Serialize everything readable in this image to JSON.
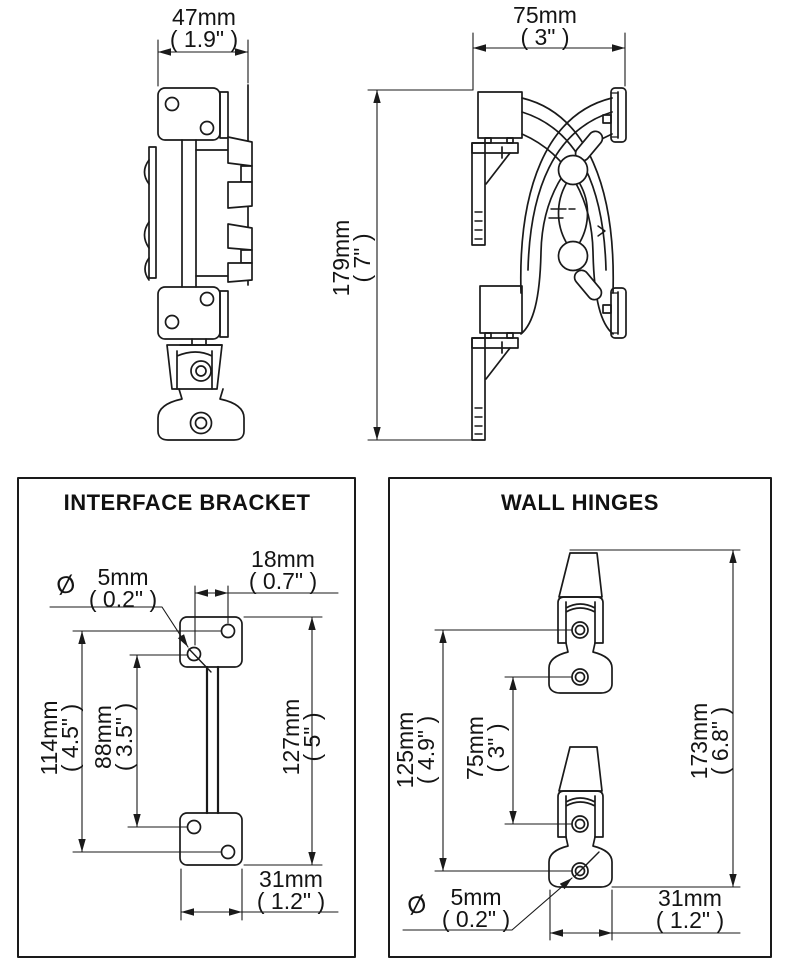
{
  "drawing": {
    "background": "#ffffff",
    "line_color": "#1a1a1a",
    "views": {
      "side_view": {
        "width_dim": {
          "value": "47mm",
          "inches": "( 1.9\" )"
        }
      },
      "front_view": {
        "width_dim": {
          "value": "75mm",
          "inches": "( 3\" )"
        },
        "height_dim": {
          "value": "179mm",
          "inches": "( 7\" )"
        }
      }
    },
    "panels": {
      "interface_bracket": {
        "title": "INTERFACE BRACKET",
        "dims": {
          "hole_diameter": {
            "symbol": "Ø",
            "value": "5mm",
            "inches": "( 0.2\" )"
          },
          "hole_offset": {
            "value": "18mm",
            "inches": "( 0.7\" )"
          },
          "hole_span_outer": {
            "value": "114mm",
            "inches": "( 4.5\" )"
          },
          "hole_span_inner": {
            "value": "88mm",
            "inches": "( 3.5\" )"
          },
          "overall_length": {
            "value": "127mm",
            "inches": "( 5\" )"
          },
          "plate_width": {
            "value": "31mm",
            "inches": "( 1.2\" )"
          }
        }
      },
      "wall_hinges": {
        "title": "WALL HINGES",
        "dims": {
          "hole_diameter": {
            "symbol": "Ø",
            "value": "5mm",
            "inches": "( 0.2\" )"
          },
          "hole_span_outer": {
            "value": "125mm",
            "inches": "( 4.9\" )"
          },
          "hole_span_inner": {
            "value": "75mm",
            "inches": "( 3\" )"
          },
          "overall_length": {
            "value": "173mm",
            "inches": "( 6.8\" )"
          },
          "foot_width": {
            "value": "31mm",
            "inches": "( 1.2\" )"
          }
        }
      }
    }
  }
}
